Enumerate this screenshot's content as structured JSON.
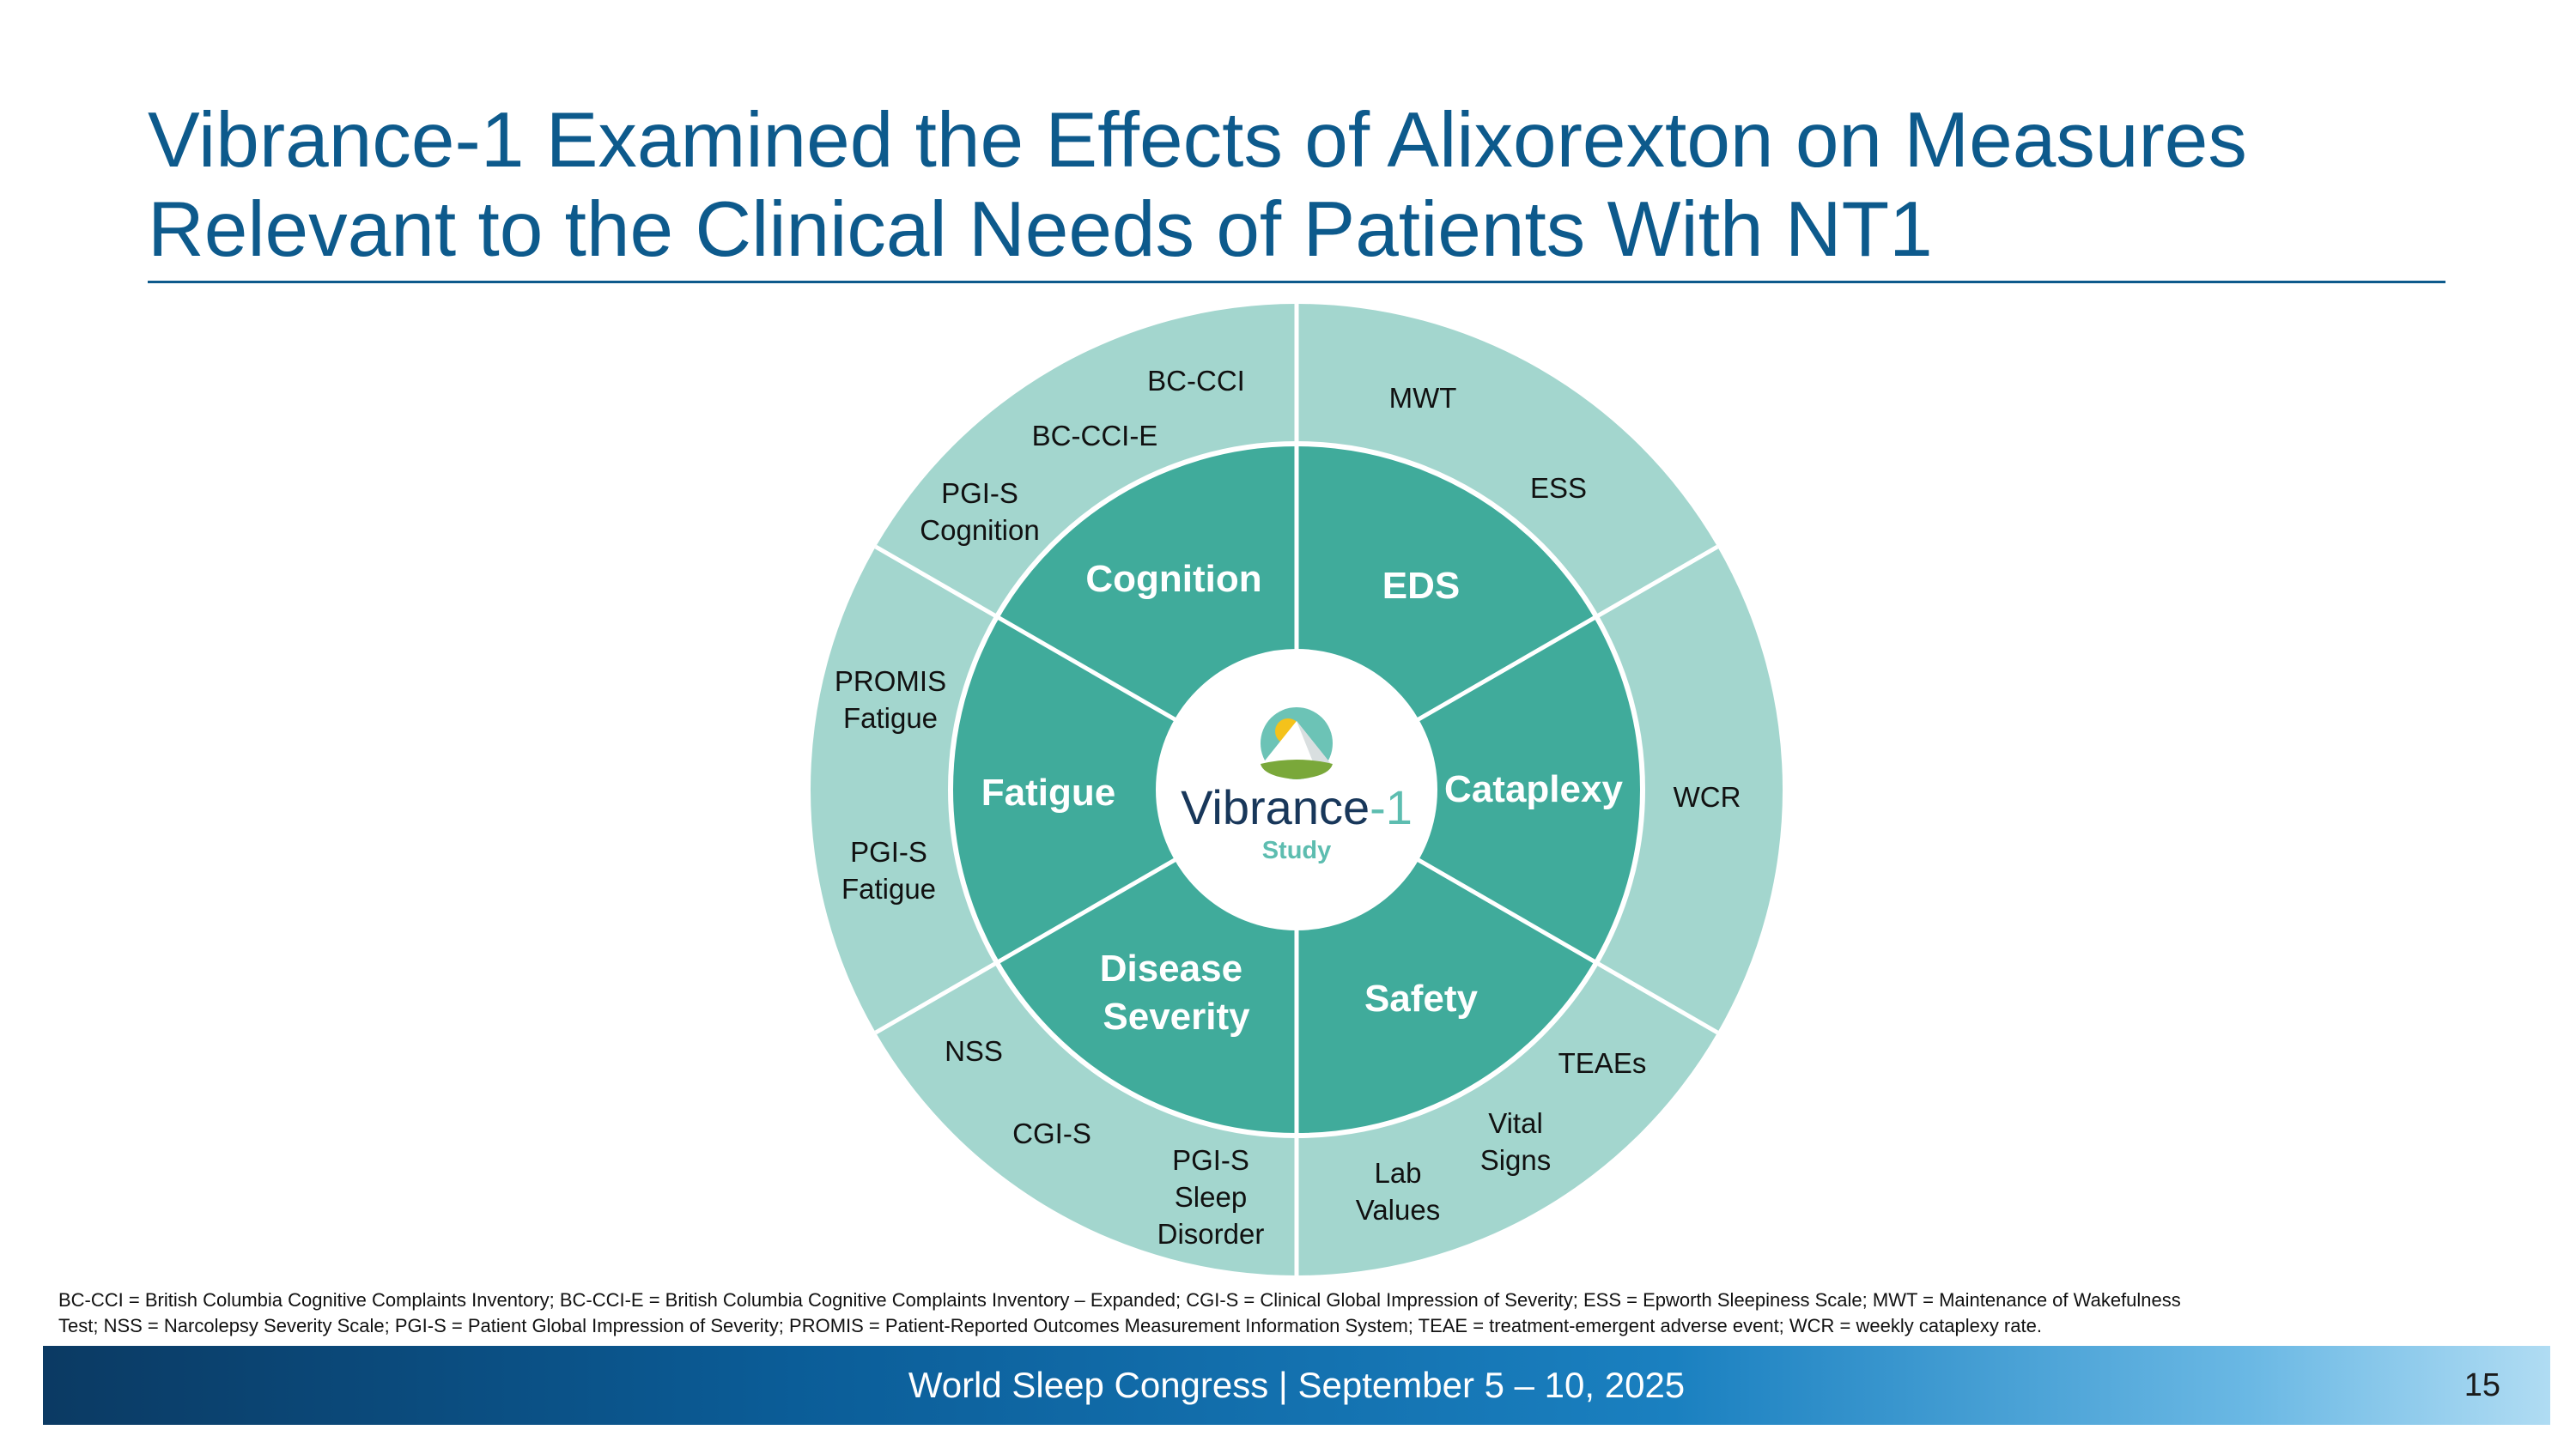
{
  "title": {
    "line1": "Vibrance-1 Examined the Effects of Alixorexton on Measures",
    "line2": "Relevant to the Clinical Needs of Patients With NT1"
  },
  "colors": {
    "title": "#0d5a8c",
    "outer_ring": "#a3d6ce",
    "inner_ring": "#40ab9b",
    "divider": "#ffffff"
  },
  "center": {
    "name": "Vibrance",
    "suffix": "-1",
    "sub": "Study",
    "icon": "mountain-sun-logo-icon"
  },
  "inner_segments": [
    "EDS",
    "Cataplexy",
    "Safety",
    "Disease Severity",
    "Fatigue",
    "Cognition"
  ],
  "outer_labels": {
    "eds": [
      "MWT",
      "ESS"
    ],
    "cataplexy": [
      "WCR"
    ],
    "safety": [
      "TEAEs",
      "Vital Signs",
      "Lab Values"
    ],
    "disease_severity": [
      "NSS",
      "CGI-S",
      "PGI-S Sleep Disorder"
    ],
    "fatigue": [
      "PROMIS Fatigue",
      "PGI-S Fatigue"
    ],
    "cognition": [
      "BC-CCI",
      "BC-CCI-E",
      "PGI-S Cognition"
    ]
  },
  "footnote": {
    "line1": "BC-CCI = British Columbia Cognitive Complaints Inventory; BC-CCI-E = British Columbia Cognitive Complaints Inventory – Expanded; CGI-S = Clinical Global Impression of Severity; ESS = Epworth Sleepiness Scale; MWT = Maintenance of Wakefulness",
    "line2": "Test; NSS = Narcolepsy Severity Scale; PGI-S = Patient Global Impression of Severity; PROMIS = Patient-Reported Outcomes Measurement Information System; TEAE = treatment-emergent adverse event; WCR = weekly cataplexy rate."
  },
  "footer": {
    "event": "World Sleep Congress | September 5 – 10, 2025",
    "page": "15"
  }
}
